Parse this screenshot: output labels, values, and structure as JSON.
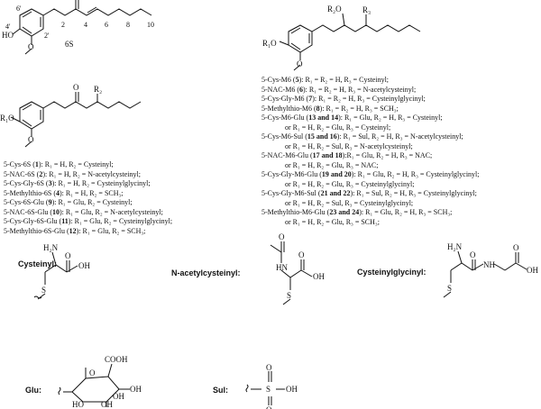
{
  "top_left_structure": {
    "compound_label": "6S",
    "atom_labels": {
      "ho": "HO",
      "o": "O",
      "c6p": "6'",
      "c4p": "4'",
      "c2p": "2'",
      "c2": "2",
      "c4": "4",
      "c6": "6",
      "c8": "8",
      "c10": "10"
    }
  },
  "mid_left_structure": {
    "atoms": {
      "r1o": "R₁O",
      "o": "O",
      "oket": "O",
      "r2": "R₂"
    }
  },
  "top_right_structure": {
    "atoms": {
      "r2o": "R₂O",
      "r1o": "R₁O",
      "o": "O",
      "r3": "R₃"
    }
  },
  "left_list": [
    {
      "name": "5-Cys-6S (",
      "num": "1",
      "rest": "): R₁ = H, R₂ = Cysteinyl;"
    },
    {
      "name": "5-NAC-6S (",
      "num": "2",
      "rest": "): R₁ = H, R₂ = N-acetylcysteinyl;"
    },
    {
      "name": "5-Cys-Gly-6S (",
      "num": "3",
      "rest": "): R₁ = H, R₂ = Cysteinylglycinyl;"
    },
    {
      "name": "5-Methylthio-6S (",
      "num": "4",
      "rest": "): R₁ = H, R₂ = SCH₃;"
    },
    {
      "name": "5-Cys-6S-Glu (",
      "num": "9",
      "rest": "): R₁ = Glu, R₂ = Cysteinyl;"
    },
    {
      "name": "5-NAC-6S-Glu (",
      "num": "10",
      "rest": "): R₁ = Glu, R₂ = N-acetylcysteinyl;"
    },
    {
      "name": "5-Cys-Gly-6S-Glu (",
      "num": "11",
      "rest": "): R₁ = Glu, R₂ = Cysteinylglycinyl;"
    },
    {
      "name": "5-Methylthio-6S-Glu (",
      "num": "12",
      "rest": "): R₁ = Glu, R₂ = SCH₃;"
    }
  ],
  "right_list": [
    {
      "name": "5-Cys-M6 (",
      "num": "5",
      "rest": "): R₁ = R₂ = H, R₃ = Cysteinyl;"
    },
    {
      "name": "5-NAC-M6 (",
      "num": "6",
      "rest": "): R₁ = R₂ = H, R₃ = N-acetylcysteinyl;"
    },
    {
      "name": "5-Cys-Gly-M6 (",
      "num": "7",
      "rest": "): R₁ = R₂ = H,  R₃ = Cysteinylglycinyl;"
    },
    {
      "name": "5-Methylthio-M6 (",
      "num": "8",
      "rest": "): R₁ = R₂ = H, R₃ = SCH₃;"
    },
    {
      "name": "5-Cys-M6-Glu (",
      "num": "13 and 14",
      "rest": "): R₁ = Glu, R₂ = H, R₃ = Cysteinyl;"
    },
    {
      "indent": true,
      "rest": "or R₁ = H, R₂ = Glu, R₃ = Cysteinyl;"
    },
    {
      "name": "5-Cys-M6-Sul (",
      "num": "15 and 16",
      "rest": "): R₁ = Sul, R₂ = H, R₃ = N-acetylcysteinyl;"
    },
    {
      "indent": true,
      "rest": "or R₁ = H, R₂ = Sul, R₃ = N-acetylcysteinyl;"
    },
    {
      "name": "5-NAC-M6-Glu (",
      "num": "17 and 18",
      "rest": "):R₁ = Glu, R₂ = H, R₃ = NAC;"
    },
    {
      "indent": true,
      "rest": "or R₁ = H, R₂ = Glu, R₃ = NAC;"
    },
    {
      "name": "5-Cys-Gly-M6-Glu (",
      "num": "19 and 20",
      "rest": "): R₁ = Glu, R₂ = H, R₃ = Cysteinylglycinyl;"
    },
    {
      "indent": true,
      "rest": "or R₁ = H, R₂ = Glu, R₃ = Cysteinylglycinyl;"
    },
    {
      "name": "5-Cys-Gly-M6-Sul (",
      "num": "21 and 22",
      "rest": "): R₁ = Sul, R₂ = H, R₃ = Cysteinylglycinyl;"
    },
    {
      "indent": true,
      "rest": "or R₁ = H, R₂ = Sul, R₃ = Cysteinylglycinyl;"
    },
    {
      "name": "5-Methylthio-M6-Glu (",
      "num": "23 and 24",
      "rest": "): R₁ = Glu, R₂ = H, R₃ = SCH₃;"
    },
    {
      "indent": true,
      "rest": "or R₁ = H, R₂ = Glu, R₃ = SCH₃;"
    }
  ],
  "groups": {
    "cysteinyl": {
      "label": "Cysteinyl:",
      "h2n": "H₂N",
      "o": "O",
      "oh": "OH",
      "s": "S"
    },
    "nac": {
      "label": "N-acetylcysteinyl:",
      "o_top": "O",
      "nh": "HN",
      "o": "O",
      "oh": "OH",
      "s": "S"
    },
    "cysgly": {
      "label": "Cysteinylglycinyl:",
      "h2n": "H₂N",
      "nh": "NH",
      "o": "O",
      "o2": "O",
      "oh": "OH",
      "s": "S"
    },
    "glu": {
      "label": "Glu:",
      "cooh": "COOH",
      "o": "O",
      "oh1": "OH",
      "oh2": "OH",
      "ho": "HO",
      "oh3": "OH"
    },
    "sul": {
      "label": "Sul:",
      "s": "S",
      "o1": "O",
      "o2": "O",
      "oh": "OH"
    }
  }
}
